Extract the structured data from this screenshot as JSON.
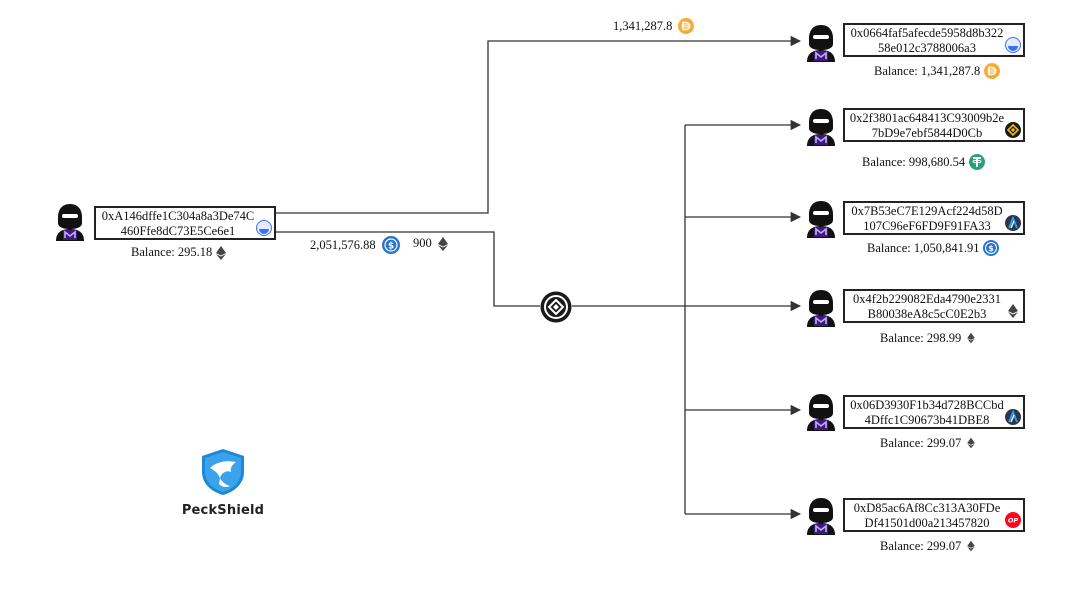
{
  "source": {
    "address_line1": "0xA146dffe1C304a8a3De74C",
    "address_line2": "460Ffe8dC73E5Ce6e1",
    "chain_icon": "ethereum-chain-icon",
    "balance_label": "Balance: 295.18",
    "balance_token_icon": "eth-icon"
  },
  "edges": {
    "top_amount": "1,341,287.8",
    "top_token_icon": "dai-icon",
    "mixer_amount_1": "2,051,576.88",
    "mixer_token_1_icon": "usdc-icon",
    "mixer_amount_2": "900",
    "mixer_token_2_icon": "eth-icon"
  },
  "mixer": {
    "icon": "mixer-hub-icon"
  },
  "targets": [
    {
      "address_line1": "0x0664faf5afecde5958d8b322",
      "address_line2": "58e012c3788006a3",
      "chain_icon": "ethereum-chain-icon",
      "balance_label": "Balance: 1,341,287.8",
      "balance_token_icon": "dai-icon"
    },
    {
      "address_line1": "0x2f3801ac648413C93009b2e",
      "address_line2": "7bD9e7ebf5844D0Cb",
      "chain_icon": "bnb-chain-icon",
      "balance_label": "Balance: 998,680.54",
      "balance_token_icon": "usdt-icon"
    },
    {
      "address_line1": "0x7B53eC7E129Acf224d58D",
      "address_line2": "107C96eF6FD9F91FA33",
      "chain_icon": "arbitrum-chain-icon",
      "balance_label": "Balance: 1,050,841.91",
      "balance_token_icon": "usdc-icon"
    },
    {
      "address_line1": "0x4f2b229082Eda4790e2331",
      "address_line2": "B80038eA8c5cC0E2b3",
      "chain_icon": "eth-icon",
      "balance_label": "Balance: 298.99",
      "balance_token_icon": "eth-icon"
    },
    {
      "address_line1": "0x06D3930F1b34d728BCCbd",
      "address_line2": "4Dffc1C90673b41DBE8",
      "chain_icon": "arbitrum-chain-icon",
      "balance_label": "Balance: 299.07",
      "balance_token_icon": "eth-icon"
    },
    {
      "address_line1": "0xD85ac6Af8Cc313A30FDe",
      "address_line2": "Df41501d00a213457820",
      "chain_icon": "optimism-chain-icon",
      "balance_label": "Balance: 299.07",
      "balance_token_icon": "eth-icon"
    }
  ],
  "brand": {
    "name": "PeckShield",
    "logo_icon": "peckshield-logo-icon"
  },
  "colors": {
    "line": "#333333",
    "usdc": "#2775ca",
    "dai": "#f5ac37",
    "usdt": "#26a17b",
    "optimism": "#ff0420",
    "bnb": "#f0b90b",
    "ethereum_chain": "#3b6ff5",
    "arbitrum": "#2d374b",
    "brand_blue": "#1e88d8"
  }
}
